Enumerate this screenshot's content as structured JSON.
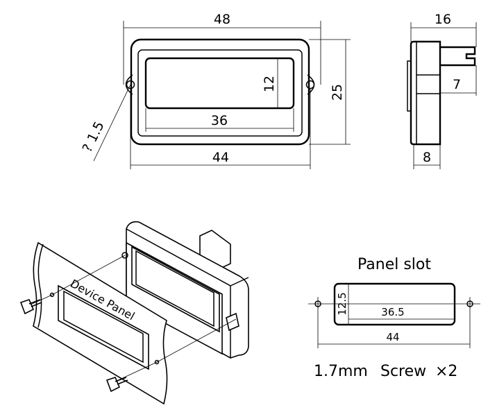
{
  "front_view": {
    "width_outer": "48",
    "height": "25",
    "window_height": "12",
    "window_width": "36",
    "hole_spacing": "44",
    "hole_diameter": "? 1.5"
  },
  "side_view": {
    "depth": "16",
    "tab_height": "7",
    "flange_depth": "8"
  },
  "isometric": {
    "panel_label": "Device Panel"
  },
  "panel_slot": {
    "title": "Panel slot",
    "slot_height": "12.5",
    "slot_width": "36.5",
    "hole_spacing": "44"
  },
  "screw_note": {
    "size": "1.7mm",
    "label": "Screw",
    "count": "×2"
  }
}
